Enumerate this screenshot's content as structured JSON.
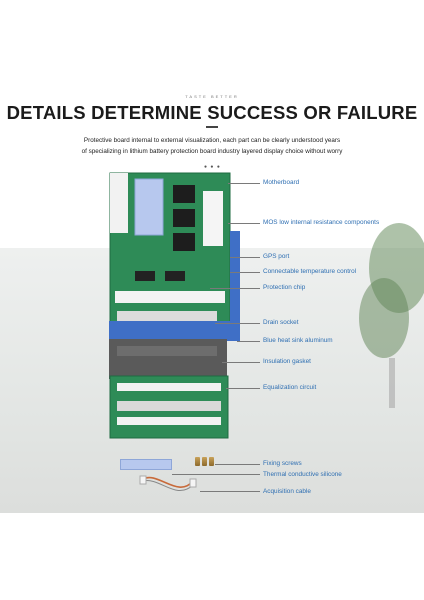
{
  "header": {
    "tagline": "TASTE BETTER",
    "title": "DETAILS DETERMINE SUCCESS OR FAILURE",
    "description_line1": "Protective board internal to external visualization, each part can be clearly understood years",
    "description_line2": "of specializing in lithium battery protection board industry layered display choice without worry"
  },
  "callouts": [
    {
      "label": "Motherboard"
    },
    {
      "label": "MOS low internal resistance components"
    },
    {
      "label": "GPS port"
    },
    {
      "label": "Connectable temperature control"
    },
    {
      "label": "Protection chip"
    },
    {
      "label": "Drain socket"
    },
    {
      "label": "Blue heat sink aluminum"
    },
    {
      "label": "Insulation gasket"
    },
    {
      "label": "Equalization circuit"
    },
    {
      "label": "Fixing screws"
    },
    {
      "label": "Thermal conductive silicone"
    },
    {
      "label": "Acquisition cable"
    }
  ],
  "colors": {
    "callout_text": "#2f6fb2",
    "board_green": "#2e8b57",
    "heatsink_blue": "#3f6fc6",
    "gasket_gray": "#5a5a5a"
  }
}
